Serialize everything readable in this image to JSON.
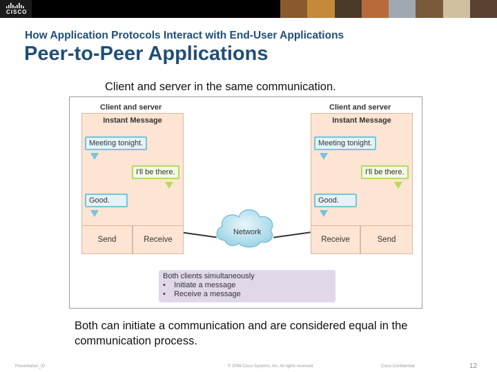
{
  "header": {
    "logo_text": "CISCO",
    "subtitle": "How Application Protocols Interact with End-User Applications",
    "title": "Peer-to-Peer Applications"
  },
  "caption": "Client and server in the same communication.",
  "diagram": {
    "left_client": {
      "label": "Client and server",
      "window_title": "Instant Message",
      "messages": [
        "Meeting tonight.",
        "I'll be there.",
        "Good."
      ],
      "buttons": [
        "Send",
        "Receive"
      ]
    },
    "right_client": {
      "label": "Client and server",
      "window_title": "Instant Message",
      "messages": [
        "Meeting tonight.",
        "I'll be there.",
        "Good."
      ],
      "buttons": [
        "Receive",
        "Send"
      ]
    },
    "network_label": "Network",
    "info": {
      "title": "Both clients simultaneously",
      "items": [
        "Initiate a message",
        "Receive a message"
      ]
    }
  },
  "body_text": "Both can initiate a communication and are considered equal in the communication process.",
  "footer": {
    "left": "Presentation_ID",
    "center": "© 2008 Cisco Systems, Inc. All rights reserved.",
    "right": "Cisco Confidential",
    "page": "12"
  },
  "colors": {
    "title": "#1f4e79",
    "client_fill": "#fde4d3",
    "bubble_blue": "#74c4dc",
    "bubble_green": "#b5d95f",
    "info_fill": "#e0d8e8"
  }
}
